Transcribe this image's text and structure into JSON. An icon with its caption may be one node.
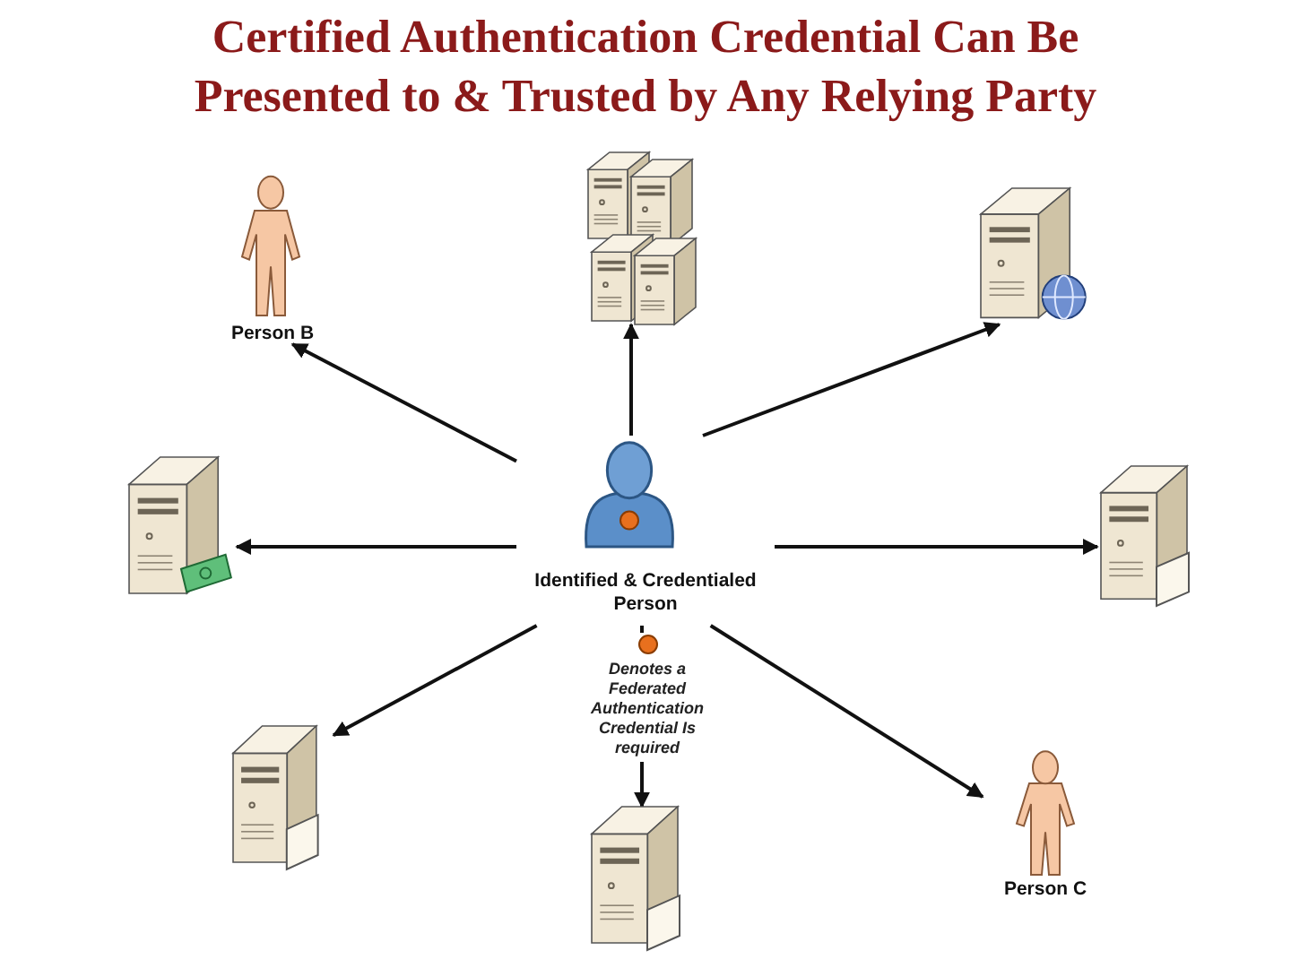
{
  "diagram": {
    "title": "Certified Authentication Credential Can Be Presented to & Trusted by Any Relying Party",
    "nodes": [
      {
        "text": [
          "Identified & Credentialed Person"
        ]
      },
      {
        "text": [
          "Person B"
        ]
      },
      {
        "text": [],
        "shape": "server"
      },
      {
        "text": [],
        "shape": "server"
      },
      {
        "text": [],
        "shape": "server"
      },
      {
        "text": [],
        "shape": "server"
      },
      {
        "text": [],
        "shape": "server"
      },
      {
        "text": [],
        "shape": "server"
      },
      {
        "text": [
          "Person C"
        ]
      }
    ],
    "edges": [
      {
        "from": 0,
        "to": 1,
        "arrow": "to"
      },
      {
        "from": 0,
        "to": 2,
        "arrow": "to"
      },
      {
        "from": 0,
        "to": 3,
        "arrow": "to"
      },
      {
        "from": 0,
        "to": 4,
        "arrow": "to"
      },
      {
        "from": 0,
        "to": 5,
        "arrow": "to"
      },
      {
        "from": 0,
        "to": 6,
        "arrow": "to"
      },
      {
        "from": 0,
        "to": 7,
        "arrow": "to"
      },
      {
        "from": 0,
        "to": 8,
        "arrow": "to"
      }
    ],
    "legend": [
      {
        "text": "Denotes a Federated Authentication Credential Is required",
        "color": "#e8701e"
      }
    ]
  }
}
